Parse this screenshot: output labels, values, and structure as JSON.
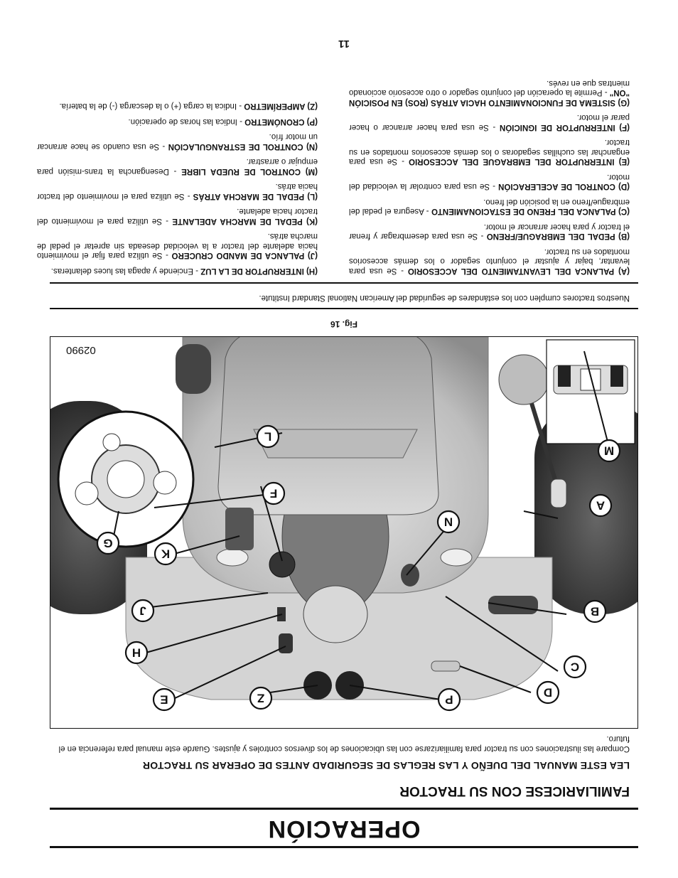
{
  "title": "OPERACIÓN",
  "subtitle": "FAMILIARICESE CON SU TRACTOR",
  "read_line": "LEA ESTE MANUAL DEL DUEÑO Y LAS REGLAS DE SEGURIDAD ANTES DE OPERAR SU TRACTOR",
  "intro": "Compare las ilustraciones con su tractor para familiarizarse con las ubicaciones de los diversos controles y ajustes. Guarde este manual para referencia en el futuro.",
  "figure": {
    "code": "02990",
    "caption": "Fig. 16",
    "callouts": [
      "M",
      "A",
      "B",
      "C",
      "D",
      "P",
      "Z",
      "E",
      "H",
      "J",
      "K",
      "G",
      "F",
      "N",
      "L"
    ]
  },
  "standards": "Nuestros tractores cumplen con los estándares de seguridad del American National Standard Institute.",
  "controls_left": [
    {
      "term": "(A) PALANCA DEL LEVANTAMIENTO DEL ACCESORIO",
      "desc": " - Se usa para levantar, bajar y ajustar el conjunto segador o los demás accesorios montados en su tractor."
    },
    {
      "term": "(B) PEDAL DEL EMBRAGUE/FRENO",
      "desc": " - Se usa para desembragar y frenar el tractor y para hacer arrancar el motor."
    },
    {
      "term": "(C) PALANCA DEL FRENO DE ESTACIONAMIENTO",
      "desc": " - Asegura el pedal del embrague/freno en la posición del freno."
    },
    {
      "term": "(D) CONTROL DE ACELERACIÓN",
      "desc": " - Se usa para controlar la velocidad del motor."
    },
    {
      "term": "(E) INTERRUPTOR DEL EMBRAGUE DEL ACCESORIO",
      "desc": " - Se usa para enganchar las cuchillas segadoras o los demás accesorios montados en su tractor."
    },
    {
      "term": "(F) INTERRUPTOR DE IGNICIÓN",
      "desc": " - Se usa para hacer arrancar o hacer parar el motor."
    },
    {
      "term": "(G) SISTEMA DE FUNCIONAMIENTO HACIA ATRÁS (ROS) EN POSICIÓN \"ON\"",
      "desc": " - Permite la operación del conjunto segador o otro accesorio accionado mientras que en revés."
    }
  ],
  "controls_right": [
    {
      "term": "(H) INTERRUPTOR DE LA LUZ",
      "desc": " - Enciende y apaga las luces delanteras."
    },
    {
      "term": "(J) PALANCA DE MANDO CRUCERO",
      "desc": " - Se utiliza para fijar el movimiento hacia adelante del tractor a la velocidad deseada sin apretar el pedal de marcha atrás."
    },
    {
      "term": "(K) PEDAL DE MARCHA ADELANTE",
      "desc": " - Se utiliza para el movimiento del tractor hacia adelante."
    },
    {
      "term": "(L) PEDAL DE MARCHA ATRÁS",
      "desc": " - Se utiliza para el movimiento del tractor hacia atrás."
    },
    {
      "term": "(M) CONTROL DE RUEDA LIBRE",
      "desc": " - Desengancha la trans-misión para empujar o arrastrar."
    },
    {
      "term": "(N) CONTROL DE ESTRANGULACIÓN",
      "desc": " - Se usa cuando se hace arrancar un motor frío."
    },
    {
      "term": "(P) CRONÓMETRO",
      "desc": " - Indica las horas de operación."
    },
    {
      "term": "(Z) AMPERÍMETRO",
      "desc": " - Indica la carga (+) o la descarga (-) de la batería."
    }
  ],
  "page_number": "11"
}
